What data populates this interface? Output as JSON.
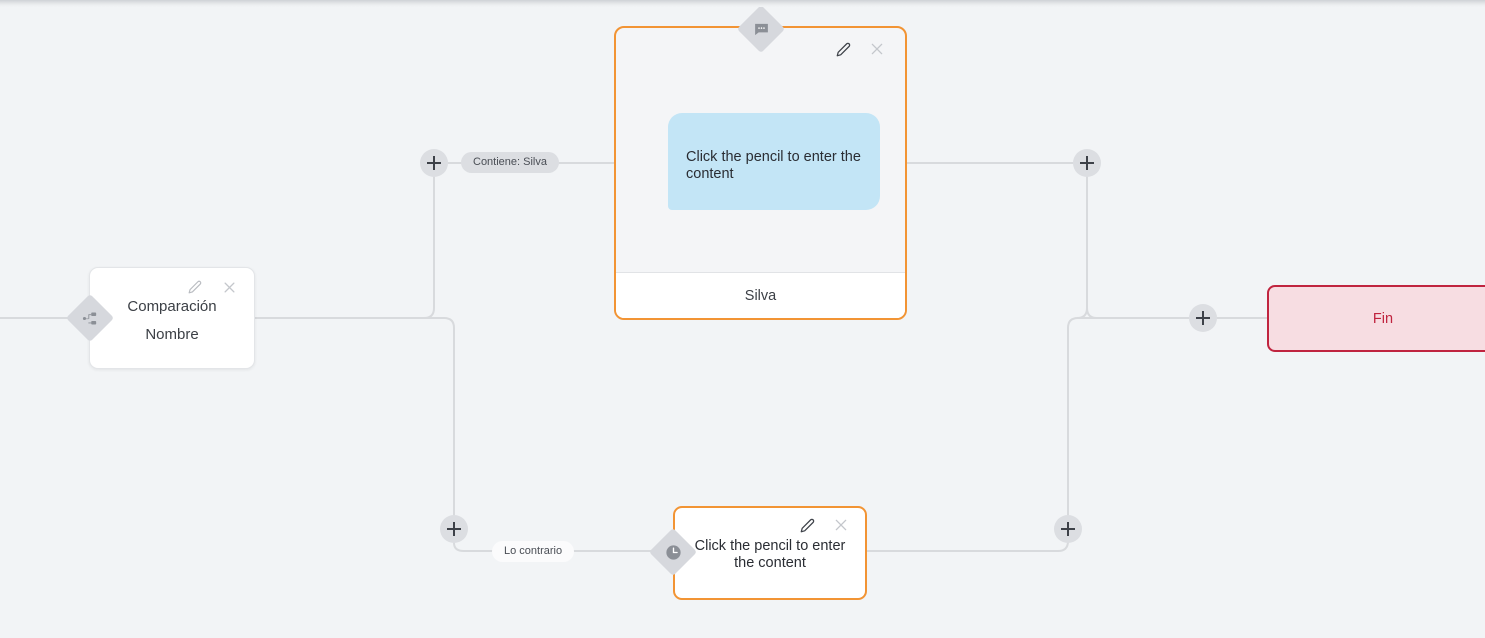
{
  "canvas": {
    "background_color": "#f2f4f6",
    "accent_orange": "#f29434",
    "accent_crimson": "#c0243f",
    "bubble_blue": "#c3e5f6",
    "edge_color": "#d8dadd",
    "plus_bg": "#dcdee2"
  },
  "nodes": {
    "compare": {
      "title": "Comparación",
      "subtitle": "Nombre",
      "icon": "sitemap-icon",
      "edit_icon": "pencil-icon",
      "close_icon": "close-icon"
    },
    "message": {
      "bubble_text": "Click the pencil to enter the content",
      "footer_label": "Silva",
      "icon": "chat-bubble-icon",
      "edit_icon": "pencil-icon",
      "close_icon": "close-icon"
    },
    "wait": {
      "text": "Click the pencil to enter the content",
      "icon": "clock-icon",
      "edit_icon": "pencil-icon",
      "close_icon": "close-icon"
    },
    "end": {
      "label": "Fin"
    }
  },
  "edge_labels": {
    "contiene": "Contiene: Silva",
    "contrario": "Lo contrario"
  },
  "add_buttons": {
    "icon": "plus-icon",
    "branch_true": "+",
    "branch_false": "+",
    "merge_top": "+",
    "merge_bottom": "+",
    "before_end": "+"
  }
}
